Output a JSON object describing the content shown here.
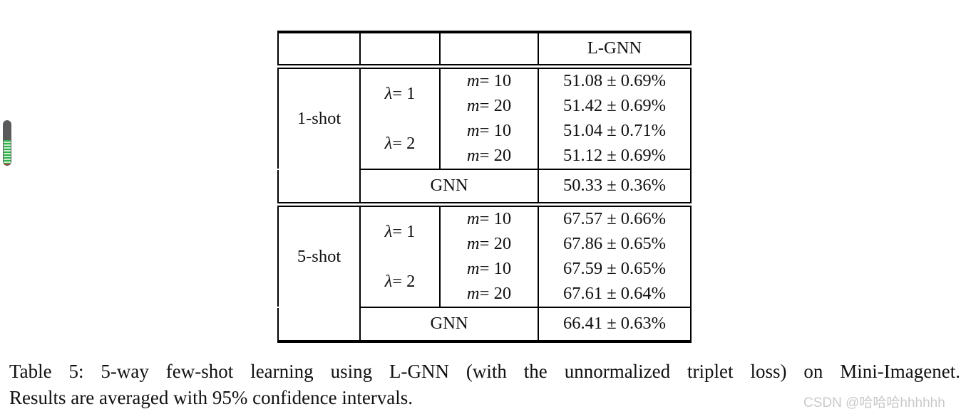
{
  "table": {
    "header": {
      "model_label": "L-GNN"
    },
    "sections": [
      {
        "label": "1-shot",
        "groups": [
          {
            "lambda": "λ = 1",
            "rows": [
              {
                "m": "m = 10",
                "value": "51.08 ± 0.69%"
              },
              {
                "m": "m = 20",
                "value": "51.42 ± 0.69%"
              }
            ]
          },
          {
            "lambda": "λ = 2",
            "rows": [
              {
                "m": "m = 10",
                "value": "51.04 ± 0.71%"
              },
              {
                "m": "m = 20",
                "value": "51.12 ± 0.69%"
              }
            ]
          }
        ],
        "baseline": {
          "label": "GNN",
          "value": "50.33 ± 0.36%"
        }
      },
      {
        "label": "5-shot",
        "groups": [
          {
            "lambda": "λ = 1",
            "rows": [
              {
                "m": "m = 10",
                "value": "67.57 ± 0.66%"
              },
              {
                "m": "m = 20",
                "value": "67.86 ± 0.65%"
              }
            ]
          },
          {
            "lambda": "λ = 2",
            "rows": [
              {
                "m": "m = 10",
                "value": "67.59 ± 0.65%"
              },
              {
                "m": "m = 20",
                "value": "67.61 ± 0.64%"
              }
            ]
          }
        ],
        "baseline": {
          "label": "GNN",
          "value": "66.41 ± 0.63%"
        }
      }
    ]
  },
  "caption": {
    "line1": "Table 5: 5-way few-shot learning using L-GNN (with the unnormalized triplet loss) on Mini-Imagenet.",
    "line2": "Results are averaged with 95% confidence intervals."
  },
  "watermark": "CSDN @哈哈哈hhhhhh",
  "colors": {
    "background": "#ffffff",
    "text": "#111111",
    "rule": "#000000",
    "watermark": "#c9c9c9",
    "scroll_track": "#595a5c",
    "scroll_green": "#2fb24c",
    "scroll_green_light": "#cdeccf",
    "scroll_red": "#9e4b3f"
  }
}
